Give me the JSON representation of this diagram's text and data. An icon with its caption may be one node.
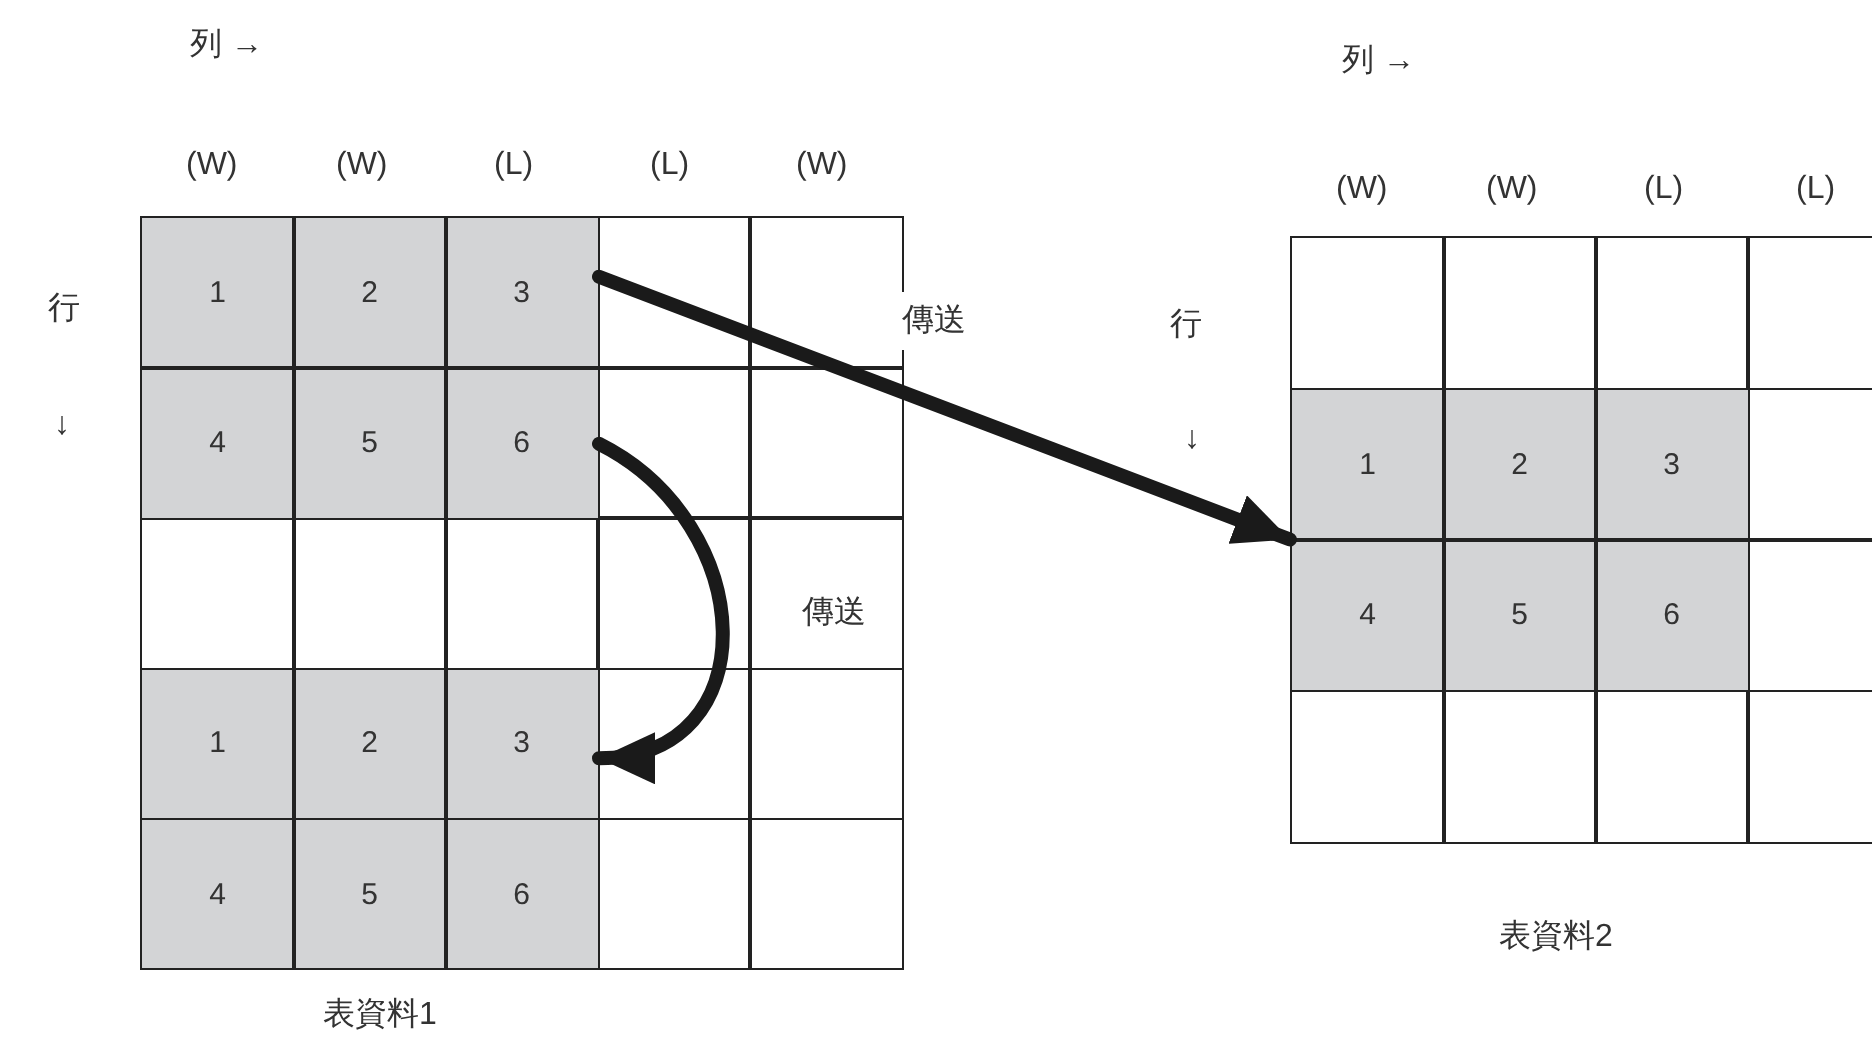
{
  "diagram": {
    "nodes": [
      {
        "text": [
          "表資料1"
        ]
      },
      {
        "text": [
          "1",
          "2",
          "3",
          "4",
          "5",
          "6"
        ],
        "in": 0
      },
      {
        "text": [
          "1",
          "2",
          "3",
          "4",
          "5",
          "6"
        ],
        "in": 0
      },
      {
        "text": [
          "表資料2"
        ]
      },
      {
        "text": [
          "1",
          "2",
          "3",
          "4",
          "5",
          "6"
        ],
        "in": 3
      }
    ],
    "edges": [
      {
        "from": 1,
        "to": 4,
        "arrow": "to",
        "label": "傳送"
      },
      {
        "from": 1,
        "to": 2,
        "arrow": "to",
        "label": "傳送"
      }
    ],
    "labels": [
      "列 →",
      "(W)",
      "(W)",
      "(L)",
      "(L)",
      "(W)",
      "行",
      "↓",
      "列 →",
      "(W)",
      "(W)",
      "(L)",
      "(L)",
      "行",
      "↓"
    ]
  }
}
